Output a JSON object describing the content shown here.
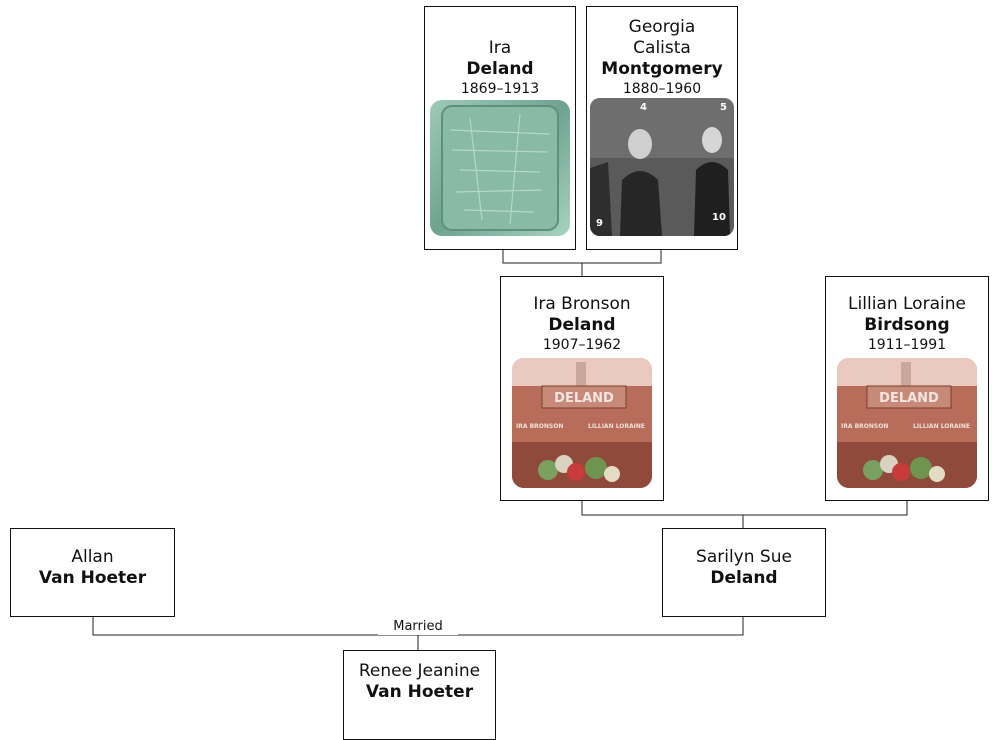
{
  "people": {
    "ira_deland": {
      "given": "Ira",
      "surname": "Deland",
      "years": "1869–1913",
      "photo": "headstone-photo-green"
    },
    "georgia_montgomery": {
      "given": "Georgia",
      "given2": "Calista",
      "surname": "Montgomery",
      "years": "1880–1960",
      "photo": "family-portrait-photo"
    },
    "ira_bronson_deland": {
      "given": "Ira Bronson",
      "surname": "Deland",
      "years": "1907–1962",
      "photo": "headstone-photo-red"
    },
    "lillian_birdsong": {
      "given": "Lillian Loraine",
      "surname": "Birdsong",
      "years": "1911–1991",
      "photo": "headstone-photo-red"
    },
    "allan_van_hoeter": {
      "given": "Allan",
      "surname": "Van Hoeter"
    },
    "sarilyn_deland": {
      "given": "Sarilyn Sue",
      "surname": "Deland"
    },
    "renee_van_hoeter": {
      "given": "Renee Jeanine",
      "surname": "Van Hoeter"
    }
  },
  "relationships": {
    "married_label": "Married"
  },
  "photo_text": {
    "headstone_name": "DELAND",
    "headstone_left": "IRA BRONSON",
    "headstone_right": "LILLIAN LORAINE",
    "portrait_numbers": [
      "4",
      "5",
      "9",
      "10"
    ]
  },
  "colors": {
    "line": "#222222",
    "border": "#111111",
    "headstone_green": "#7fb4a0",
    "headstone_red": "#b0614f",
    "portrait_gray": "#555555"
  }
}
